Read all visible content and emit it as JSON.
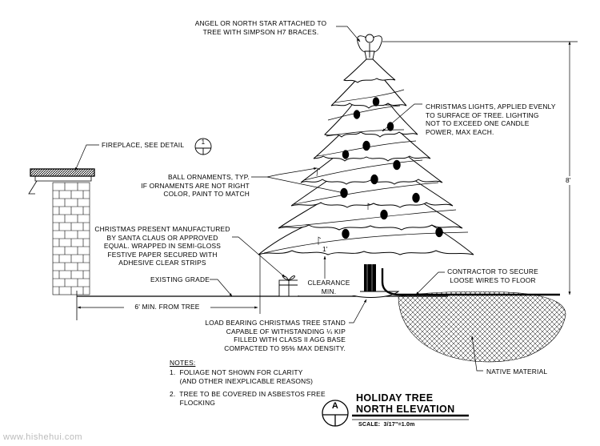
{
  "labels": {
    "angel": "ANGEL OR NORTH STAR ATTACHED TO\nTREE WITH SIMPSON H7 BRACES.",
    "lights": "CHRISTMAS LIGHTS, APPLIED EVENLY\nTO SURFACE OF TREE. LIGHTING\nNOT TO EXCEED ONE CANDLE\nPOWER, MAX EACH.",
    "fireplace": "FIREPLACE, SEE DETAIL",
    "fireplace_detail_number": "1",
    "ornaments": "BALL ORNAMENTS, TYP.\nIF ORNAMENTS ARE NOT RIGHT\nCOLOR, PAINT TO MATCH",
    "present": "CHRISTMAS PRESENT MANUFACTURED\nBY SANTA CLAUS OR APPROVED\nEQUAL. WRAPPED IN SEMI-GLOSS\nFESTIVE PAPER SECURED WITH\nADHESIVE CLEAR STRIPS",
    "grade": "EXISTING GRADE",
    "min_distance": "6' MIN. FROM TREE",
    "clearance_dim": "1'",
    "clearance": "CLEARANCE\nMIN.",
    "height_dim": "8'",
    "wires": "CONTRACTOR TO SECURE\nLOOSE WIRES TO FLOOR",
    "stand": "LOAD BEARING CHRISTMAS TREE STAND\nCAPABLE OF WITHSTANDING ¼ KIP\nFILLED WITH CLASS II AGG BASE\nCOMPACTED TO 95% MAX DENSITY.",
    "native": "NATIVE MATERIAL"
  },
  "notes": {
    "heading": "NOTES:",
    "items": [
      "1.  FOLIAGE NOT SHOWN FOR CLARITY\n     (AND OTHER INEXPLICABLE REASONS)",
      "2.  TREE TO BE COVERED IN ASBESTOS FREE\n     FLOCKING"
    ]
  },
  "title_block": {
    "detail_letter": "A",
    "line1": "HOLIDAY TREE",
    "line2": "NORTH ELEVATION",
    "scale": "SCALE:  3/17\"=1.0m"
  },
  "watermark": "www.hishehui.com"
}
